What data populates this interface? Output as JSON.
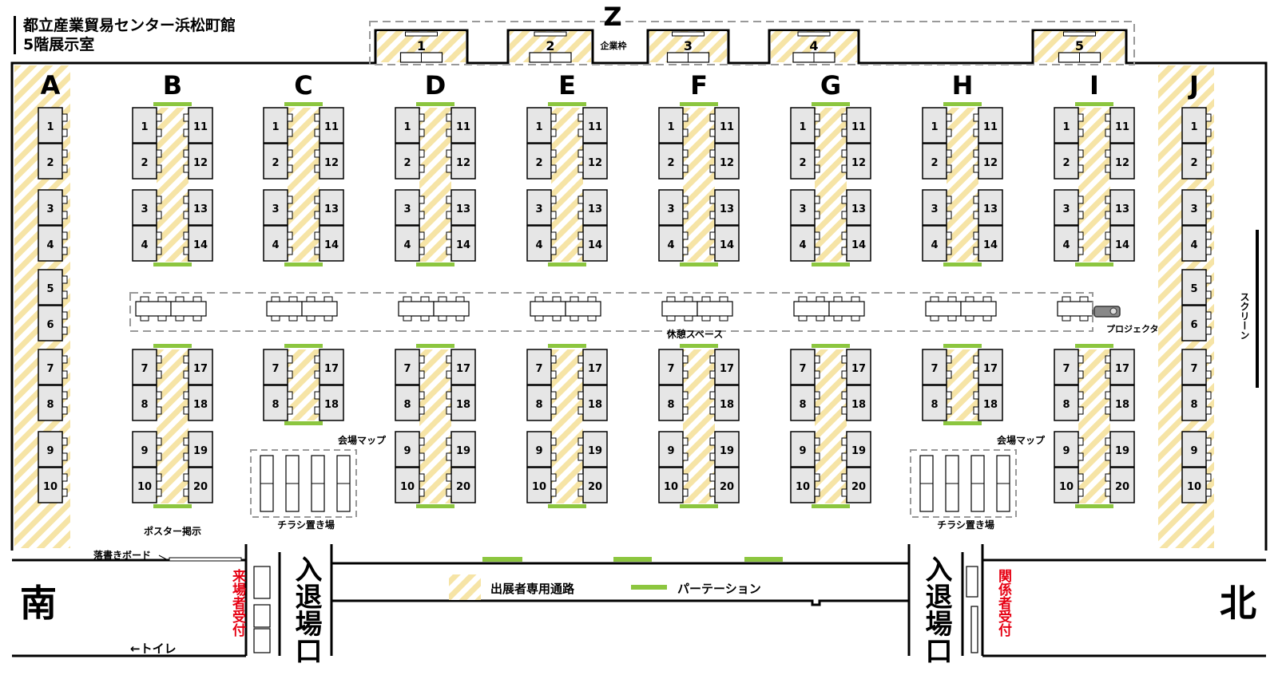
{
  "venue": {
    "name": "都立産業貿易センター浜松町館",
    "floor": "5階展示室"
  },
  "company_block": {
    "letter": "Z",
    "label": "企業枠",
    "spaces": [
      "1",
      "2",
      "3",
      "4",
      "5"
    ]
  },
  "columns": {
    "edge": [
      "A",
      "J"
    ],
    "center": [
      "B",
      "C",
      "D",
      "E",
      "F",
      "G",
      "H",
      "I"
    ],
    "edge_numbers": [
      "1",
      "2",
      "3",
      "4",
      "5",
      "6",
      "7",
      "8",
      "9",
      "10"
    ],
    "left_numbers": [
      "1",
      "2",
      "3",
      "4",
      "7",
      "8",
      "9",
      "10"
    ],
    "right_numbers": [
      "11",
      "12",
      "13",
      "14",
      "17",
      "18",
      "19",
      "20"
    ],
    "short_columns": [
      "C",
      "H"
    ]
  },
  "labels": {
    "rest_space": "休憩スペース",
    "projector": "プロジェクタ",
    "screen": "スクリーン",
    "venue_map_1": "会場マップ",
    "venue_map_2": "会場マップ",
    "flyer_area_1": "チラシ置き場",
    "flyer_area_2": "チラシ置き場",
    "poster_board": "ポスター掲示",
    "graffiti_board": "落書きボード",
    "toilet": "←トイレ"
  },
  "bottom": {
    "south": "南",
    "north": "北",
    "entrance_1": "入退場口",
    "entrance_2": "入退場口",
    "visitor_reception": "来場者受付",
    "staff_reception": "関係者受付"
  },
  "legend": {
    "exhibitor_path": "出展者専用通路",
    "partition": "パーテーション"
  },
  "colors": {
    "stripe": "#f6e4a6",
    "partition": "#8cc63f",
    "table": "#e6e6e6",
    "reception_text": "#e60012",
    "dashed": "#999999"
  }
}
